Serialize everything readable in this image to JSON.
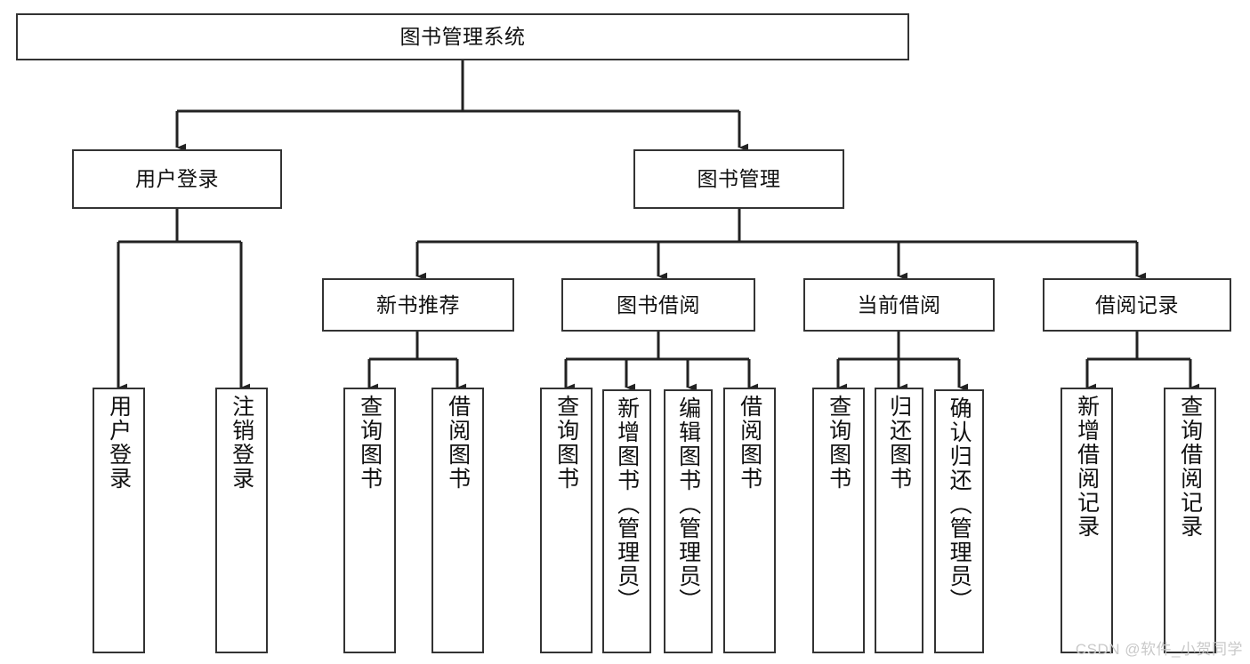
{
  "diagram": {
    "type": "tree-hierarchy-chart",
    "title": "图书管理系统",
    "root": {
      "id": "root",
      "label": "图书管理系统"
    },
    "level2": [
      {
        "id": "user-login",
        "label": "用户登录"
      },
      {
        "id": "book-management",
        "label": "图书管理"
      }
    ],
    "level3": [
      {
        "id": "new-book-recommend",
        "label": "新书推荐",
        "parent": "book-management"
      },
      {
        "id": "book-borrow",
        "label": "图书借阅",
        "parent": "book-management"
      },
      {
        "id": "current-borrow",
        "label": "当前借阅",
        "parent": "book-management"
      },
      {
        "id": "borrow-record",
        "label": "借阅记录",
        "parent": "book-management"
      }
    ],
    "leaves": [
      {
        "id": "leaf-user-login",
        "label": "用户登录",
        "parent": "user-login"
      },
      {
        "id": "leaf-logout-login",
        "label": "注销登录",
        "parent": "user-login"
      },
      {
        "id": "leaf-query-book-1",
        "label": "查询图书",
        "parent": "new-book-recommend"
      },
      {
        "id": "leaf-borrow-book-1",
        "label": "借阅图书",
        "parent": "new-book-recommend"
      },
      {
        "id": "leaf-query-book-2",
        "label": "查询图书",
        "parent": "book-borrow"
      },
      {
        "id": "leaf-add-book",
        "label": "新增图书（管理员）",
        "parent": "book-borrow"
      },
      {
        "id": "leaf-edit-book",
        "label": "编辑图书（管理员）",
        "parent": "book-borrow"
      },
      {
        "id": "leaf-borrow-book-2",
        "label": "借阅图书",
        "parent": "book-borrow"
      },
      {
        "id": "leaf-query-book-3",
        "label": "查询图书",
        "parent": "current-borrow"
      },
      {
        "id": "leaf-return-book",
        "label": "归还图书",
        "parent": "current-borrow"
      },
      {
        "id": "leaf-confirm-return",
        "label": "确认归还（管理员）",
        "parent": "current-borrow"
      },
      {
        "id": "leaf-add-record",
        "label": "新增借阅记录",
        "parent": "borrow-record"
      },
      {
        "id": "leaf-query-record",
        "label": "查询借阅记录",
        "parent": "borrow-record"
      }
    ],
    "colors": {
      "box_border": "#333333",
      "box_fill": "#ffffff",
      "connector": "#222222",
      "text": "#111111",
      "watermark": "#c9c9c9"
    }
  },
  "watermark": {
    "text": "CSDN @软件_小贺同学"
  }
}
